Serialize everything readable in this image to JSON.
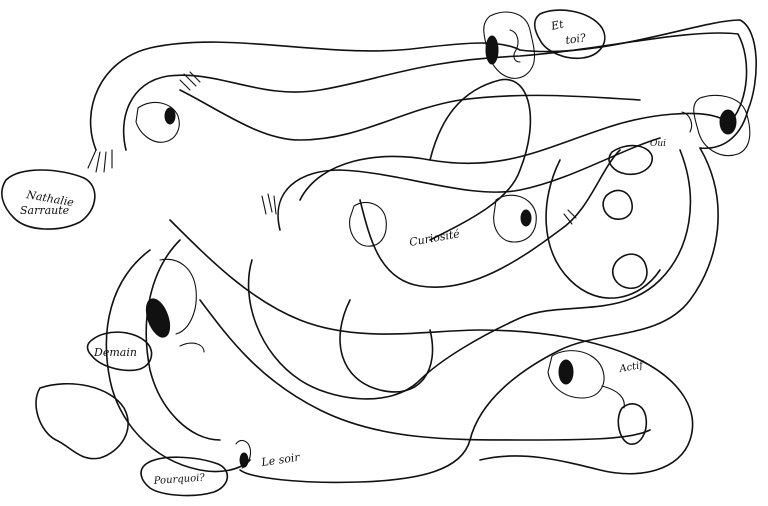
{
  "artwork": {
    "labels": {
      "nathalie": "Nathalie",
      "sarraute": "Sarraute",
      "et": "Et",
      "toi": "toi?",
      "oui": "Oui",
      "curiosite": "Curiosité",
      "demain": "Demain",
      "actif": "Actif",
      "le_soir": "Le soir",
      "pourquoi": "Pourquoi?"
    },
    "ink_color": "#111111",
    "paper_color": "#ffffff"
  }
}
